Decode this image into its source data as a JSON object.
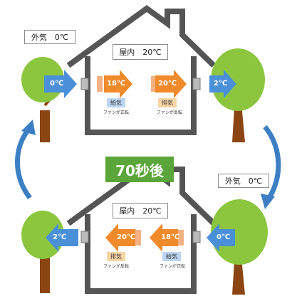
{
  "top_panel": {
    "outside_label": "外気　0℃",
    "indoor_label": "屋内　20℃",
    "left_arrow_temp": "0℃",
    "center_left_temp": "18℃",
    "center_right_temp": "20℃",
    "right_arrow_temp": "2℃",
    "left_mode": "給気",
    "left_mode_note": "ファンが正転",
    "right_mode": "排気",
    "right_mode_note": "ファンが反転"
  },
  "banner": "70秒後",
  "bottom_panel": {
    "outside_label": "外気　0℃",
    "indoor_label": "屋内　20℃",
    "left_arrow_temp": "2℃",
    "center_left_temp": "20℃",
    "center_right_temp": "18℃",
    "right_arrow_temp": "0℃",
    "left_mode": "排気",
    "left_mode_note": "ファンが反転",
    "right_mode": "給気",
    "right_mode_note": "ファンが正転"
  },
  "colors": {
    "tree_green": "#8cc63f",
    "trunk_brown": "#8b4513",
    "house_outline": "#555555",
    "supply_blue": "#4a90d9",
    "exhaust_orange": "#f08a2a",
    "banner_green": "#5aa63b"
  }
}
